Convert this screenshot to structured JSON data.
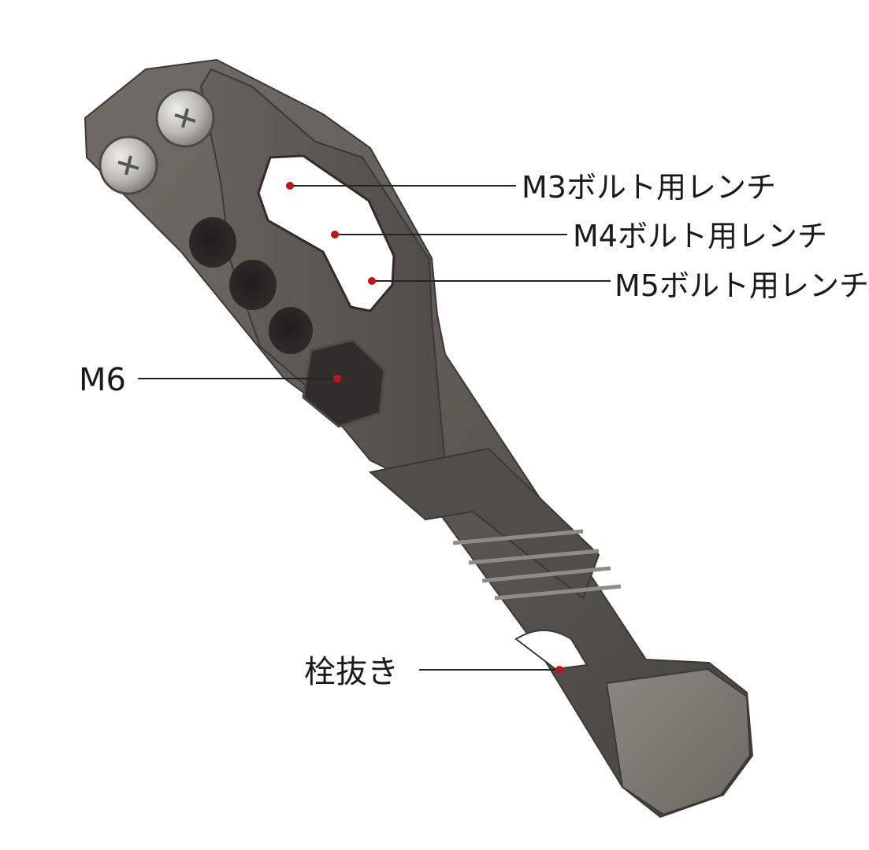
{
  "image": {
    "background": "#ffffff",
    "tool_color": "#5d5c55",
    "dot_color": "#c0141a"
  },
  "callouts": {
    "m3": "M3ボルト用レンチ",
    "m4": "M4ボルト用レンチ",
    "m5": "M5ボルト用レンチ",
    "m6": "M6",
    "bottle_opener": "栓抜き"
  }
}
